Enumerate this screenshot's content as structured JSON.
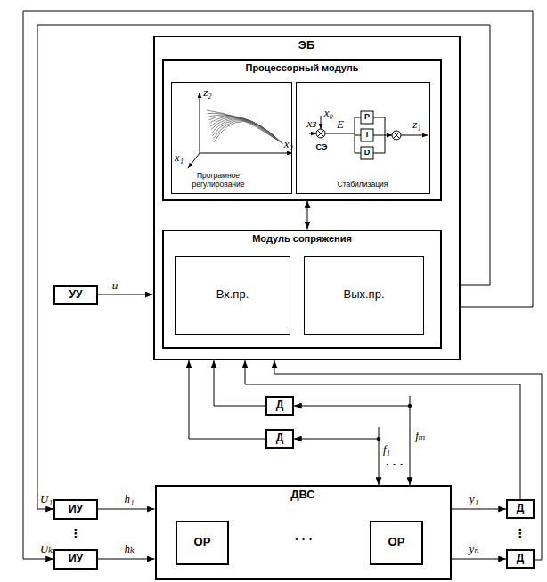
{
  "diagram": {
    "nodes": [
      {
        "text": [
          "ЭБ"
        ]
      },
      {
        "text": [
          "Процессорный модуль"
        ],
        "in": 0
      },
      {
        "text": [
          "Програмное регулирование"
        ],
        "in": 1
      },
      {
        "text": [
          "Стабилизация"
        ],
        "in": 1
      },
      {
        "text": [
          "Модуль сопряжения"
        ],
        "in": 0
      },
      {
        "text": [
          "Вх.пр."
        ],
        "in": 4
      },
      {
        "text": [
          "Вых.пр."
        ],
        "in": 4
      },
      {
        "text": [
          "УУ"
        ]
      },
      {
        "text": [
          "Д"
        ]
      },
      {
        "text": [
          "Д"
        ]
      },
      {
        "text": [
          "ИУ"
        ]
      },
      {
        "text": [
          "ИУ"
        ]
      },
      {
        "text": [
          "ДВС"
        ]
      },
      {
        "text": [
          "ОР"
        ],
        "in": 12
      },
      {
        "text": [
          "ОР"
        ],
        "in": 12
      },
      {
        "text": [
          "Д"
        ]
      },
      {
        "text": [
          "Д"
        ]
      }
    ],
    "edges": [
      {
        "from": 7,
        "to": 0,
        "label": "u",
        "arrow": "to"
      },
      {
        "from": 1,
        "to": 4,
        "arrow": "both"
      },
      {
        "from": 0,
        "to": 10,
        "label": "U₁",
        "arrow": "to"
      },
      {
        "from": 0,
        "to": 11,
        "label": "Uₖ",
        "arrow": "to"
      },
      {
        "from": 10,
        "to": 12,
        "label": "h₁",
        "arrow": "to"
      },
      {
        "from": 11,
        "to": 12,
        "label": "hₖ",
        "arrow": "to"
      },
      {
        "from": 12,
        "to": 15,
        "label": "y₁",
        "arrow": "to"
      },
      {
        "from": 12,
        "to": 16,
        "label": "yₙ",
        "arrow": "to"
      },
      {
        "from": 15,
        "to": 0,
        "arrow": "to"
      },
      {
        "from": 16,
        "to": 0,
        "arrow": "to"
      },
      {
        "from": 8,
        "to": 0,
        "arrow": "to"
      },
      {
        "from": 9,
        "to": 0,
        "arrow": "to"
      }
    ],
    "labels": [
      "z₂",
      "x₂",
      "x₁",
      "xз",
      "x₀",
      "СЭ",
      "E",
      "P",
      "I",
      "D",
      "z₁",
      "fₘ",
      "f₁",
      "· · ·",
      "· · ·",
      "⋮",
      "⋮"
    ]
  }
}
